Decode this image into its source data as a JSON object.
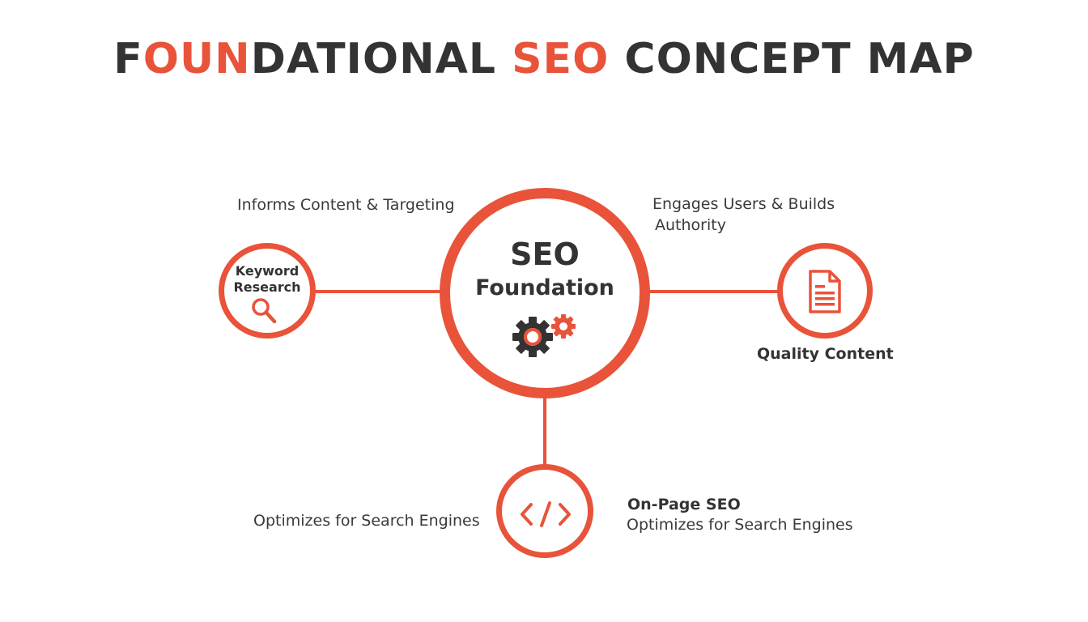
{
  "title": {
    "part1": "F",
    "part2": "OUN",
    "part3": "DATIONAL ",
    "part4": "SEO",
    "part5": " CONCEPT MAP"
  },
  "center": {
    "title": "SEO",
    "subtitle": "Foundation",
    "icon": "gears-icon"
  },
  "nodes": {
    "keyword": {
      "label_line1": "Keyword",
      "label_line2": "Research",
      "icon": "magnifier-icon",
      "relation": "Informs Content & Targeting"
    },
    "quality": {
      "label": "Quality Content",
      "icon": "document-icon",
      "relation_line1": "Engages Users & Builds",
      "relation_line2": "Authority"
    },
    "onpage": {
      "label": "On-Page SEO",
      "sublabel": "Optimizes for Search Engines",
      "icon": "code-icon",
      "relation": "Optimizes for Search Engines"
    }
  },
  "colors": {
    "accent": "#e8533a",
    "text": "#333333",
    "background": "#ffffff"
  }
}
